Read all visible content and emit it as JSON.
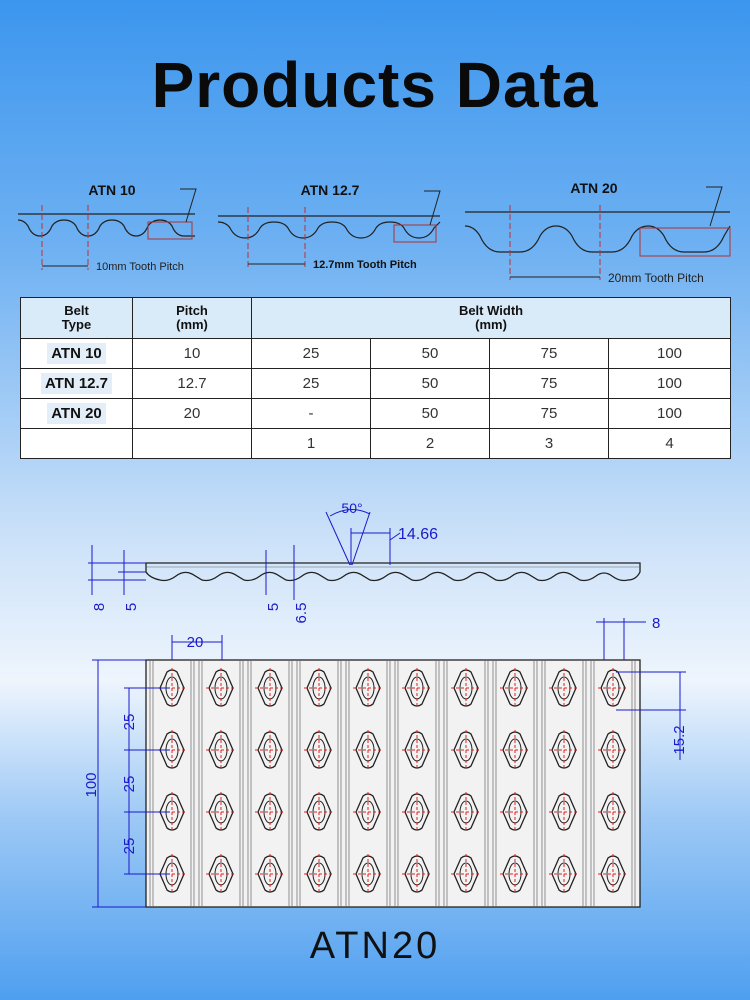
{
  "title": "Products Data",
  "profiles": [
    {
      "name": "ATN 10",
      "pitch_label": "10mm Tooth Pitch"
    },
    {
      "name": "ATN 12.7",
      "pitch_label": "12.7mm Tooth Pitch"
    },
    {
      "name": "ATN 20",
      "pitch_label": "20mm Tooth Pitch"
    }
  ],
  "table": {
    "headers": {
      "belt_type": "Belt\nType",
      "pitch": "Pitch\n(mm)",
      "belt_width": "Belt Width\n(mm)"
    },
    "rows": [
      {
        "type": "ATN 10",
        "pitch": "10",
        "widths": [
          "25",
          "50",
          "75",
          "100"
        ]
      },
      {
        "type": "ATN 12.7",
        "pitch": "12.7",
        "widths": [
          "25",
          "50",
          "75",
          "100"
        ]
      },
      {
        "type": "ATN 20",
        "pitch": "20",
        "widths": [
          "-",
          "50",
          "75",
          "100"
        ]
      },
      {
        "type": "",
        "pitch": "",
        "widths": [
          "1",
          "2",
          "3",
          "4"
        ]
      }
    ]
  },
  "drawing": {
    "angle": "50°",
    "dim_top": "14.66",
    "dim_8_left": "8",
    "dim_5_left": "5",
    "dim_5_mid": "5",
    "dim_6_5": "6.5",
    "dim_20": "20",
    "dim_8_right": "8",
    "dim_15_2": "15.2",
    "dim_100": "100",
    "dim_25": [
      "25",
      "25",
      "25"
    ]
  },
  "model": "ATN20",
  "colors": {
    "dimension": "#1a1acc",
    "center_mark": "#e02020"
  }
}
